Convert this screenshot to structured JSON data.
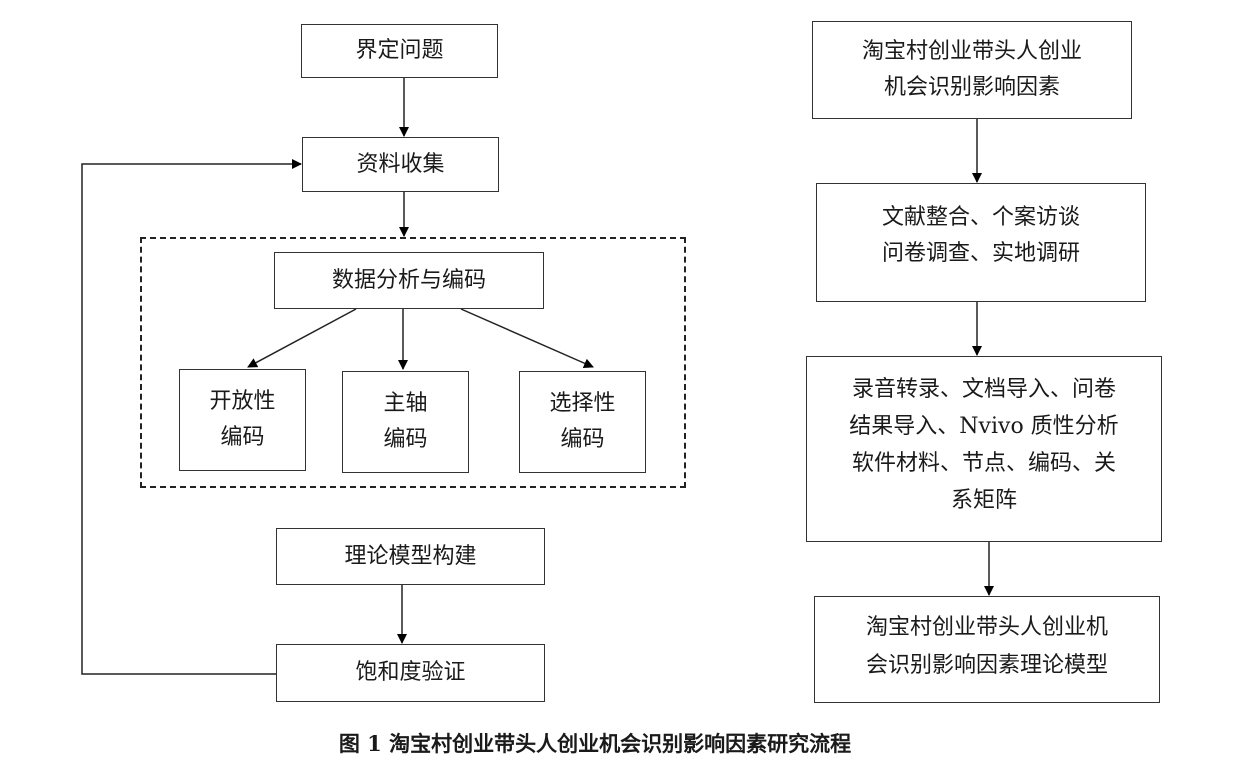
{
  "left_flow": {
    "define_problem": "界定问题",
    "data_collection": "资料收集",
    "analysis_group": {
      "title": "数据分析与编码",
      "open_coding": [
        "开放性",
        "编码"
      ],
      "axial_coding": [
        "主轴",
        "编码"
      ],
      "selective_coding": [
        "选择性",
        "编码"
      ]
    },
    "model_building": "理论模型构建",
    "saturation_test": "饱和度验证"
  },
  "right_flow": {
    "topic": [
      "淘宝村创业带头人创业",
      "机会识别影响因素"
    ],
    "methods": [
      "文献整合、个案访谈",
      "问卷调查、实地调研"
    ],
    "processing": [
      "录音转录、文档导入、问卷",
      "结果导入、Nvivo 质性分析",
      "软件材料、节点、编码、关",
      "系矩阵"
    ],
    "result_model": [
      "淘宝村创业带头人创业机",
      "会识别影响因素理论模型"
    ]
  },
  "caption": "图 1  淘宝村创业带头人创业机会识别影响因素研究流程"
}
